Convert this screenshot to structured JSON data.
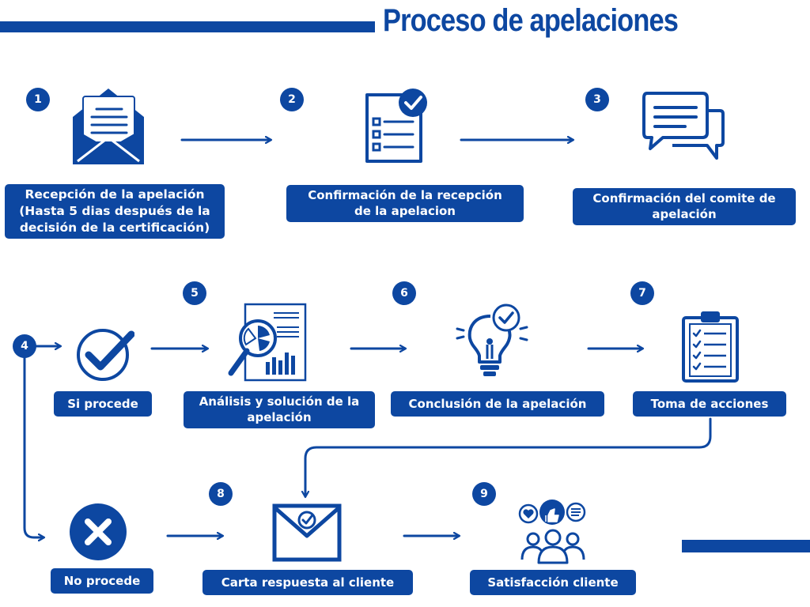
{
  "title": "Proceso de apelaciones",
  "colors": {
    "primary": "#0d47a1",
    "background": "#ffffff"
  },
  "steps": [
    {
      "number": "1",
      "icon": "envelope-open-letter-icon",
      "label_lines": [
        "Recepción de la apelación",
        "(Hasta 5 dias después de la",
        "decisión de la certificación)"
      ]
    },
    {
      "number": "2",
      "icon": "checklist-document-icon",
      "label_lines": [
        "Confirmación de la recepción",
        "de la apelacion"
      ]
    },
    {
      "number": "3",
      "icon": "chat-bubbles-icon",
      "label_lines": [
        "Confirmación del comite de",
        "apelación"
      ]
    },
    {
      "number": "4",
      "icon": "",
      "label_lines": []
    },
    {
      "number": "5",
      "icon": "magnifier-chart-icon",
      "label_lines": [
        "Análisis y solución de la",
        "apelación"
      ]
    },
    {
      "number": "6",
      "icon": "lightbulb-check-icon",
      "label_lines": [
        "Conclusión de la apelación"
      ]
    },
    {
      "number": "7",
      "icon": "clipboard-checklist-icon",
      "label_lines": [
        "Toma de acciones"
      ]
    },
    {
      "number": "8",
      "icon": "envelope-check-icon",
      "label_lines": [
        "Carta respuesta al cliente"
      ]
    },
    {
      "number": "9",
      "icon": "customer-feedback-icon",
      "label_lines": [
        "Satisfacción cliente"
      ]
    }
  ],
  "branches": {
    "yes": {
      "icon": "check-circle-icon",
      "label": "Si procede"
    },
    "no": {
      "icon": "x-circle-icon",
      "label": "No procede"
    }
  }
}
